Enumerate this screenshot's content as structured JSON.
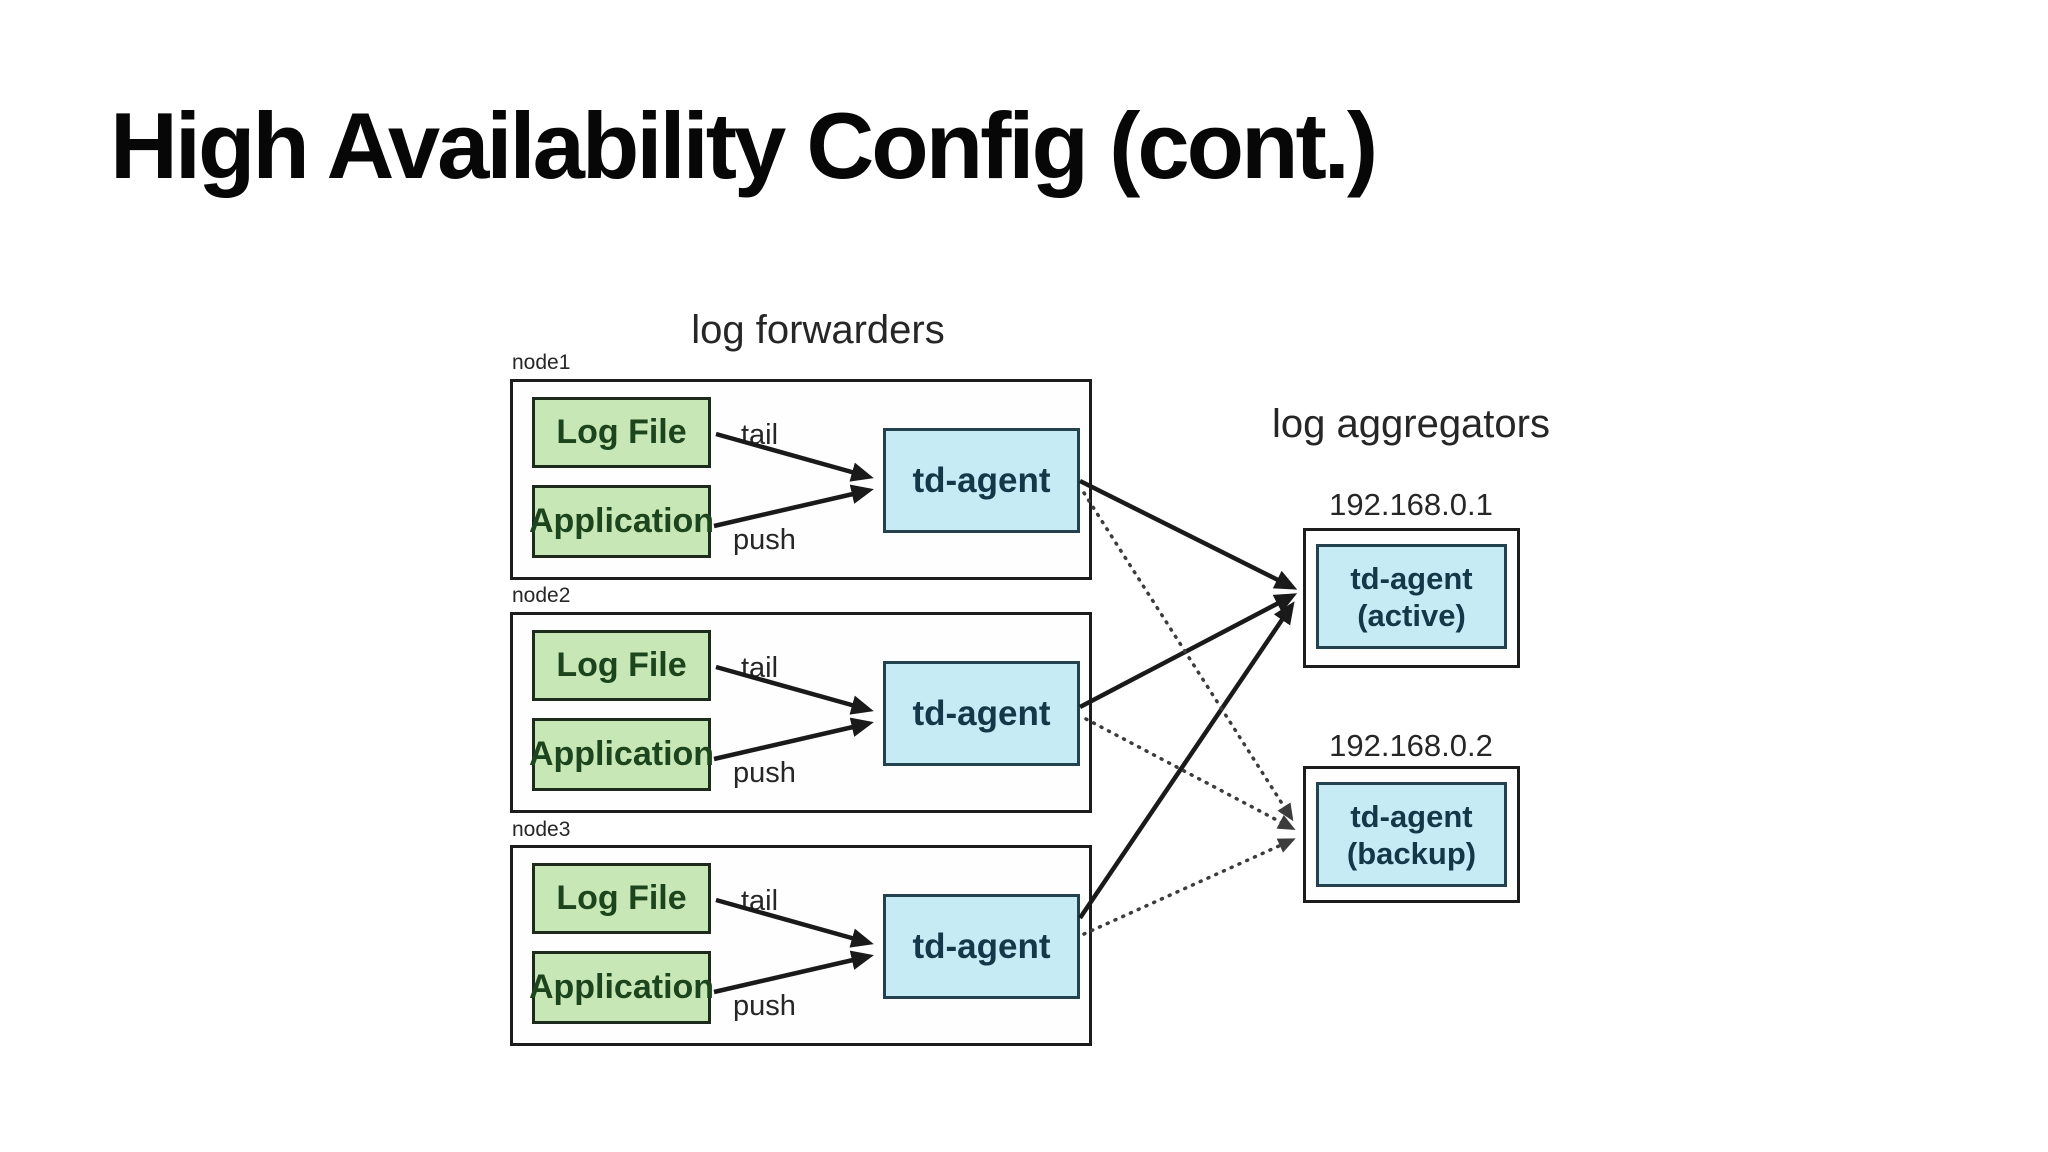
{
  "title": "High Availability Config (cont.)",
  "diagram": {
    "forwarders": {
      "heading": "log forwarders",
      "nodes": [
        {
          "label": "node1",
          "log_file": "Log File",
          "application": "Application",
          "agent": "td-agent",
          "tail_label": "tail",
          "push_label": "push"
        },
        {
          "label": "node2",
          "log_file": "Log File",
          "application": "Application",
          "agent": "td-agent",
          "tail_label": "tail",
          "push_label": "push"
        },
        {
          "label": "node3",
          "log_file": "Log File",
          "application": "Application",
          "agent": "td-agent",
          "tail_label": "tail",
          "push_label": "push"
        }
      ]
    },
    "aggregators": {
      "heading": "log aggregators",
      "items": [
        {
          "ip": "192.168.0.1",
          "agent": "td-agent",
          "role": "(active)"
        },
        {
          "ip": "192.168.0.2",
          "agent": "td-agent",
          "role": "(backup)"
        }
      ]
    },
    "connections": {
      "within_each_node": [
        {
          "from": "Log File",
          "to": "td-agent",
          "label": "tail",
          "style": "solid"
        },
        {
          "from": "Application",
          "to": "td-agent",
          "label": "push",
          "style": "solid"
        }
      ],
      "to_aggregators": [
        {
          "from": "node1 td-agent",
          "to": "td-agent (active)",
          "style": "solid"
        },
        {
          "from": "node2 td-agent",
          "to": "td-agent (active)",
          "style": "solid"
        },
        {
          "from": "node3 td-agent",
          "to": "td-agent (active)",
          "style": "solid"
        },
        {
          "from": "node1 td-agent",
          "to": "td-agent (backup)",
          "style": "dotted"
        },
        {
          "from": "node2 td-agent",
          "to": "td-agent (backup)",
          "style": "dotted"
        },
        {
          "from": "node3 td-agent",
          "to": "td-agent (backup)",
          "style": "dotted"
        }
      ]
    }
  },
  "colors": {
    "background": "#ffffff",
    "title_text": "#070707",
    "diagram_text": "#262626",
    "node_border": "#1c1c1c",
    "green_fill": "#c8e7b6",
    "green_border": "#1c2b1c",
    "green_text": "#1d451d",
    "blue_fill": "#c6ebf5",
    "blue_border": "#24424e",
    "blue_text": "#153748",
    "arrow_solid": "#1a1a1a",
    "arrow_dotted": "#3c3c3c"
  }
}
